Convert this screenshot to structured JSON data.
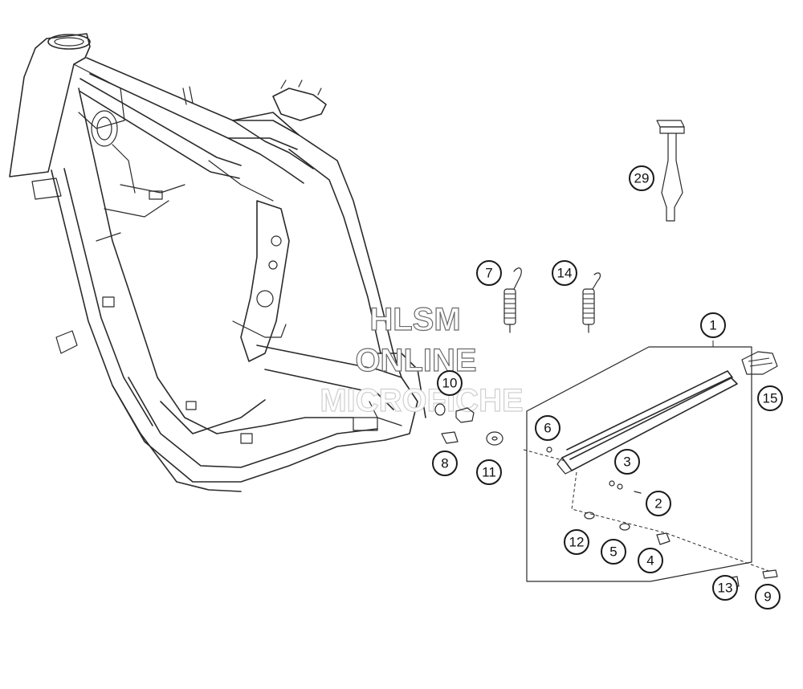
{
  "callouts": [
    {
      "id": "c1",
      "label": "1"
    },
    {
      "id": "c2",
      "label": "2"
    },
    {
      "id": "c3",
      "label": "3"
    },
    {
      "id": "c4",
      "label": "4"
    },
    {
      "id": "c5",
      "label": "5"
    },
    {
      "id": "c6",
      "label": "6"
    },
    {
      "id": "c7",
      "label": "7"
    },
    {
      "id": "c8",
      "label": "8"
    },
    {
      "id": "c9",
      "label": "9"
    },
    {
      "id": "c10",
      "label": "10"
    },
    {
      "id": "c11",
      "label": "11"
    },
    {
      "id": "c12",
      "label": "12"
    },
    {
      "id": "c13",
      "label": "13"
    },
    {
      "id": "c14",
      "label": "14"
    },
    {
      "id": "c15",
      "label": "15"
    },
    {
      "id": "c29",
      "label": "29"
    }
  ],
  "watermark": {
    "line1": "HLSM",
    "line2": "ONLINE",
    "line3": "MICROFICHE"
  }
}
